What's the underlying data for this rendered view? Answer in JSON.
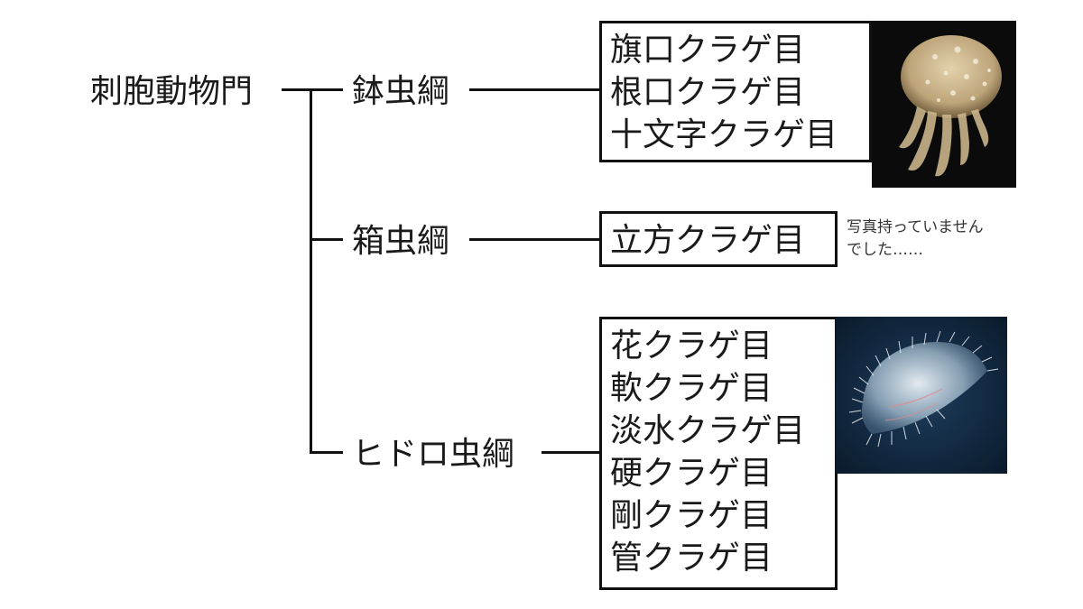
{
  "phylum": "刺胞動物門",
  "classes": [
    {
      "name": "鉢虫綱",
      "orders": [
        "旗口クラゲ目",
        "根口クラゲ目",
        "十文字クラゲ目"
      ]
    },
    {
      "name": "箱虫綱",
      "orders": [
        "立方クラゲ目"
      ]
    },
    {
      "name": "ヒドロ虫綱",
      "orders": [
        "花クラゲ目",
        "軟クラゲ目",
        "淡水クラゲ目",
        "硬クラゲ目",
        "剛クラゲ目",
        "管クラゲ目"
      ]
    }
  ],
  "note": {
    "line1": "写真持っていません",
    "line2": "でした……"
  },
  "photos": {
    "spotted_jellyfish": {
      "icon": "spotted-jellyfish-photo",
      "background": "#0b0b0b",
      "bell": "#cdb78e"
    },
    "hydromedusa": {
      "icon": "hydromedusa-photo",
      "background": "#0e2238",
      "bell": "#d9e6f0"
    }
  }
}
